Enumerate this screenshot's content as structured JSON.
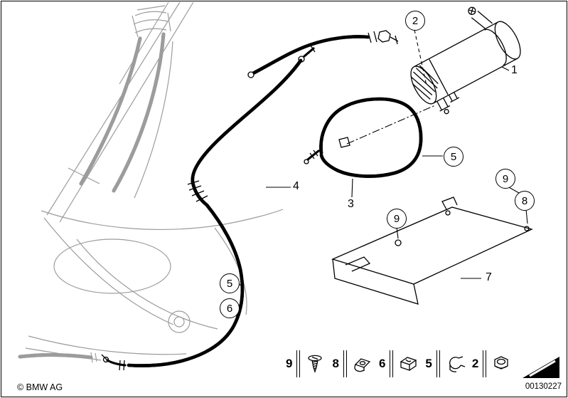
{
  "diagram": {
    "callouts": [
      {
        "id": "callout-2-top",
        "label": "2"
      },
      {
        "id": "callout-5-right",
        "label": "5"
      },
      {
        "id": "callout-9-right",
        "label": "9"
      },
      {
        "id": "callout-8-right",
        "label": "8"
      },
      {
        "id": "callout-9-mid",
        "label": "9"
      },
      {
        "id": "callout-5-left",
        "label": "5"
      },
      {
        "id": "callout-6-left",
        "label": "6"
      }
    ],
    "part_labels": [
      {
        "id": "part-1",
        "text": "1"
      },
      {
        "id": "part-4",
        "text": "4"
      },
      {
        "id": "part-3",
        "text": "3"
      },
      {
        "id": "part-7",
        "text": "7"
      }
    ]
  },
  "legend": {
    "items": [
      {
        "number": "9",
        "icon": "screw-icon"
      },
      {
        "number": "8",
        "icon": "speed-nut-clip-icon"
      },
      {
        "number": "6",
        "icon": "holder-clamp-icon"
      },
      {
        "number": "5",
        "icon": "hose-clip-icon"
      },
      {
        "number": "2",
        "icon": "hex-nut-icon"
      }
    ]
  },
  "footer": {
    "copyright": "© BMW AG",
    "document_number": "00130227"
  },
  "colors": {
    "line": "#000000",
    "background_line": "#9c9c9c",
    "paper": "#ffffff"
  }
}
